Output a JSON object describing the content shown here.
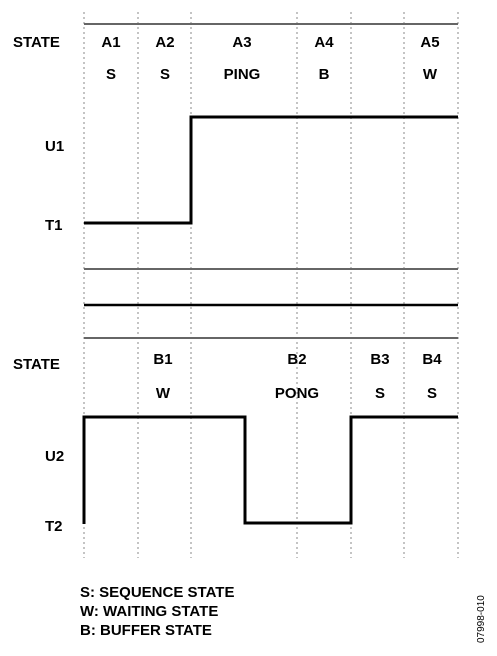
{
  "top": {
    "state_label": "STATE",
    "upper_level_label": "U1",
    "lower_level_label": "T1",
    "cells": [
      {
        "name": "A1",
        "state": "S"
      },
      {
        "name": "A2",
        "state": "S"
      },
      {
        "name": "A3",
        "state": "PING"
      },
      {
        "name": "A4",
        "state": "B"
      },
      {
        "name": "A5",
        "state": "W"
      }
    ]
  },
  "bottom": {
    "state_label": "STATE",
    "upper_level_label": "U2",
    "lower_level_label": "T2",
    "cells": [
      {
        "name": "B1",
        "state": "W"
      },
      {
        "name": "B2",
        "state": "PONG"
      },
      {
        "name": "B3",
        "state": "S"
      },
      {
        "name": "B4",
        "state": "S"
      }
    ]
  },
  "legend": [
    "S: SEQUENCE STATE",
    "W: WAITING STATE",
    "B: BUFFER STATE"
  ],
  "figure_id": "07998-010",
  "colors": {
    "line": "#000000",
    "divider": "#555555",
    "dotted_grid": "#888888"
  }
}
